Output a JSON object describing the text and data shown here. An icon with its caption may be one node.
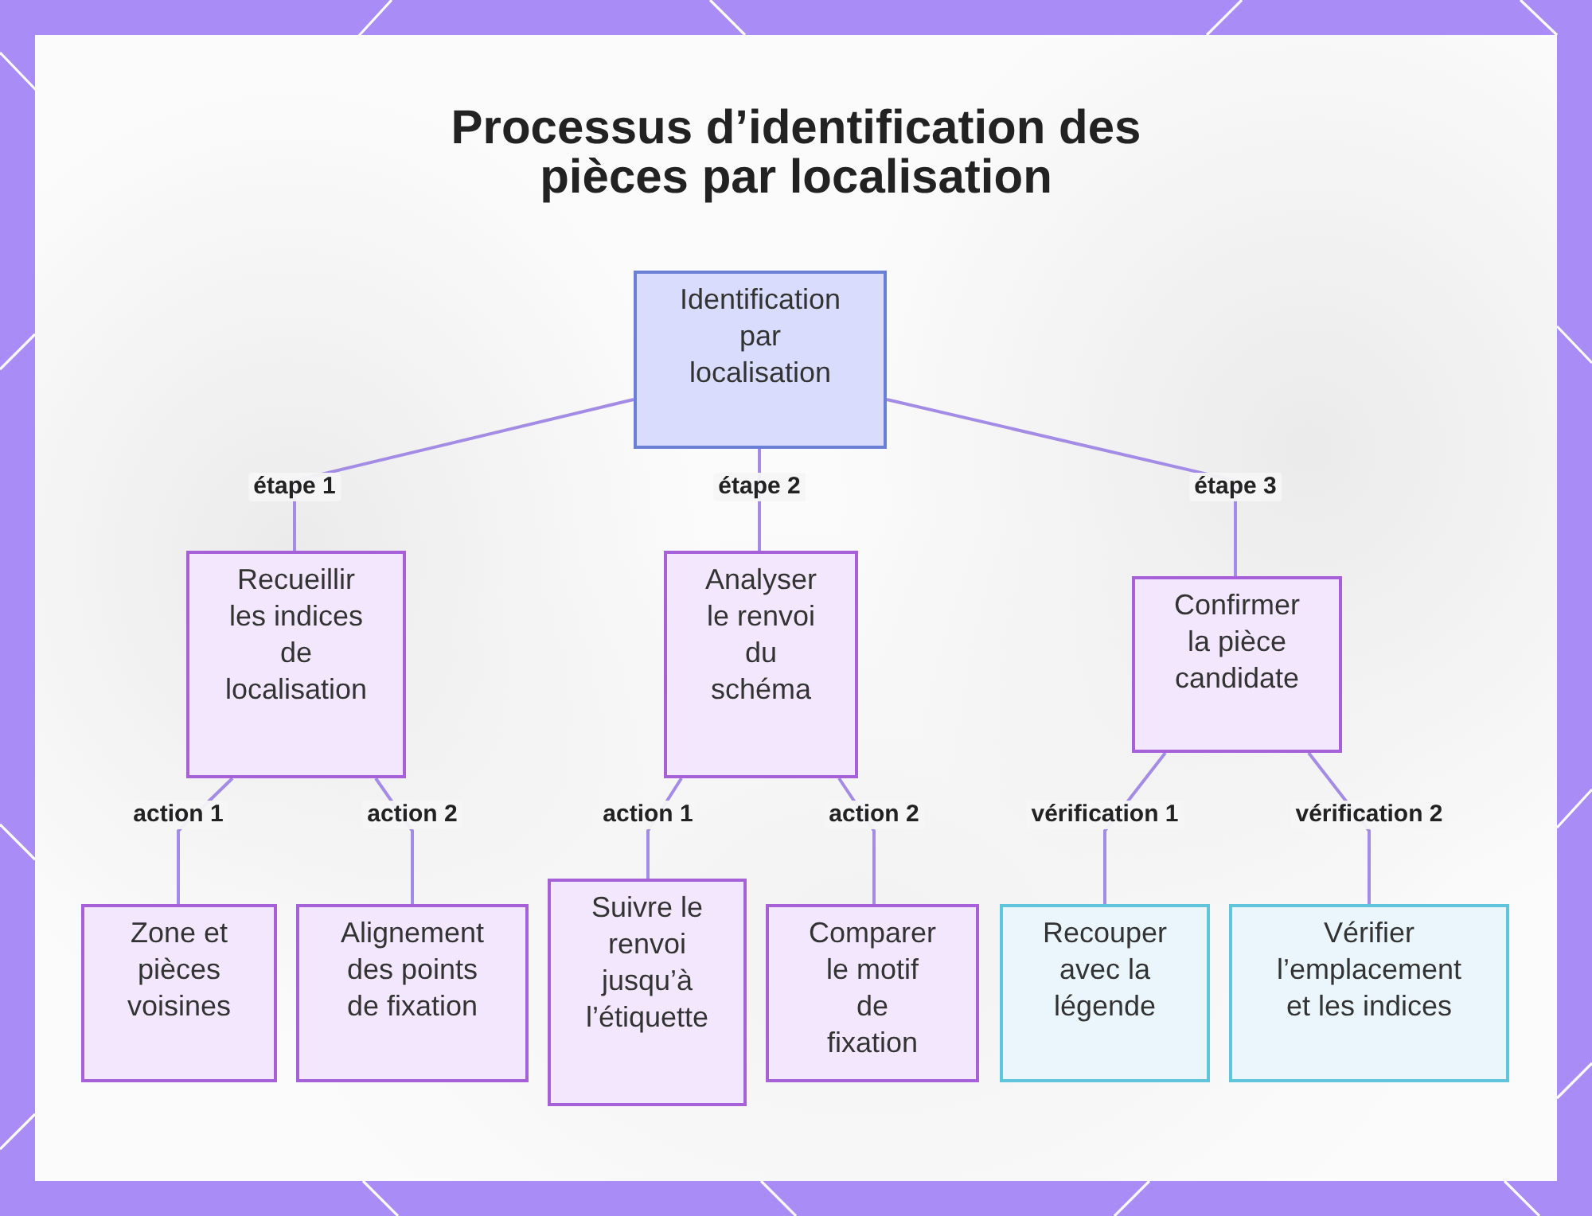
{
  "diagram": {
    "title": "Processus d’identification des pièces par localisation",
    "nodes": [
      {
        "text": [
          "Identification par localisation"
        ]
      },
      {
        "text": [
          "Recueillir les indices de localisation"
        ]
      },
      {
        "text": [
          "Analyser le renvoi du schéma"
        ]
      },
      {
        "text": [
          "Confirmer la pièce candidate"
        ]
      },
      {
        "text": [
          "Zone et pièces voisines"
        ]
      },
      {
        "text": [
          "Alignement des points de fixation"
        ]
      },
      {
        "text": [
          "Suivre le renvoi jusqu’à l’étiquette"
        ]
      },
      {
        "text": [
          "Comparer le motif de fixation"
        ]
      },
      {
        "text": [
          "Recouper avec la légende"
        ]
      },
      {
        "text": [
          "Vérifier l’emplacement et les indices"
        ]
      }
    ],
    "edges": [
      {
        "from": 0,
        "to": 1,
        "arrow": "none",
        "label": "étape 1"
      },
      {
        "from": 0,
        "to": 2,
        "arrow": "none",
        "label": "étape 2"
      },
      {
        "from": 0,
        "to": 3,
        "arrow": "none",
        "label": "étape 3"
      },
      {
        "from": 1,
        "to": 4,
        "arrow": "none",
        "label": "action 1"
      },
      {
        "from": 1,
        "to": 5,
        "arrow": "none",
        "label": "action 2"
      },
      {
        "from": 2,
        "to": 6,
        "arrow": "none",
        "label": "action 1"
      },
      {
        "from": 2,
        "to": 7,
        "arrow": "none",
        "label": "action 2"
      },
      {
        "from": 3,
        "to": 8,
        "arrow": "none",
        "label": "vérification 1"
      },
      {
        "from": 3,
        "to": 9,
        "arrow": "none",
        "label": "vérification 2"
      }
    ]
  }
}
